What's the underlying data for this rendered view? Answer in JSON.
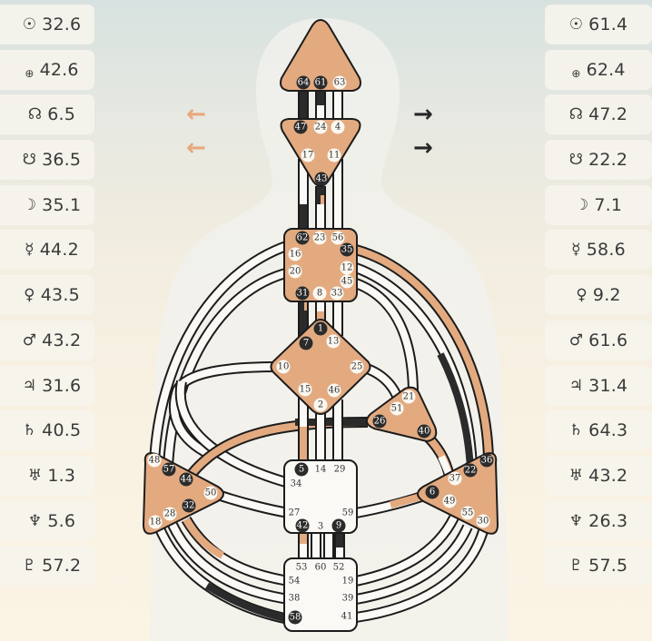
{
  "colors": {
    "center_defined": "#e3aa80",
    "center_undefined": "#fbf9f5",
    "gate_active_dark": "#2b2b2b",
    "gate_active_light": "#fbf8f1",
    "channel_design": "#e3aa80",
    "channel_personality": "#2b2b2b",
    "outline": "#1c1c1c",
    "arrow_left": "#e9a77e",
    "arrow_right": "#262626"
  },
  "design_planets": [
    {
      "name": "sun",
      "symbol": "☉",
      "value": "32.6"
    },
    {
      "name": "earth",
      "symbol": "⊕",
      "value": "42.6"
    },
    {
      "name": "north-node",
      "symbol": "☊",
      "value": "6.5"
    },
    {
      "name": "south-node",
      "symbol": "☋",
      "value": "36.5"
    },
    {
      "name": "moon",
      "symbol": "☽",
      "value": "35.1"
    },
    {
      "name": "mercury",
      "symbol": "☿",
      "value": "44.2"
    },
    {
      "name": "venus",
      "symbol": "♀",
      "value": "43.5"
    },
    {
      "name": "mars",
      "symbol": "♂",
      "value": "43.2"
    },
    {
      "name": "jupiter",
      "symbol": "♃",
      "value": "31.6"
    },
    {
      "name": "saturn",
      "symbol": "♄",
      "value": "40.5"
    },
    {
      "name": "uranus",
      "symbol": "♅",
      "value": "1.3"
    },
    {
      "name": "neptune",
      "symbol": "♆",
      "value": "5.6"
    },
    {
      "name": "pluto",
      "symbol": "♇",
      "value": "57.2"
    }
  ],
  "personality_planets": [
    {
      "name": "sun",
      "symbol": "☉",
      "value": "61.4"
    },
    {
      "name": "earth",
      "symbol": "⊕",
      "value": "62.4"
    },
    {
      "name": "north-node",
      "symbol": "☊",
      "value": "47.2"
    },
    {
      "name": "south-node",
      "symbol": "☋",
      "value": "22.2"
    },
    {
      "name": "moon",
      "symbol": "☽",
      "value": "7.1"
    },
    {
      "name": "mercury",
      "symbol": "☿",
      "value": "58.6"
    },
    {
      "name": "venus",
      "symbol": "♀",
      "value": "9.2"
    },
    {
      "name": "mars",
      "symbol": "♂",
      "value": "61.6"
    },
    {
      "name": "jupiter",
      "symbol": "♃",
      "value": "31.4"
    },
    {
      "name": "saturn",
      "symbol": "♄",
      "value": "64.3"
    },
    {
      "name": "uranus",
      "symbol": "♅",
      "value": "43.2"
    },
    {
      "name": "neptune",
      "symbol": "♆",
      "value": "26.3"
    },
    {
      "name": "pluto",
      "symbol": "♇",
      "value": "57.5"
    }
  ],
  "arrows": {
    "left": [
      "←",
      "←"
    ],
    "right": [
      "→",
      "→"
    ]
  },
  "centers": {
    "head": {
      "defined": true,
      "gates": [
        "64",
        "61",
        "63"
      ]
    },
    "ajna": {
      "defined": true,
      "gates": [
        "47",
        "24",
        "4",
        "17",
        "11",
        "43"
      ]
    },
    "throat": {
      "defined": true,
      "gates": [
        "62",
        "23",
        "56",
        "16",
        "35",
        "12",
        "20",
        "45",
        "31",
        "8",
        "33"
      ]
    },
    "g": {
      "defined": true,
      "gates": [
        "1",
        "7",
        "13",
        "10",
        "25",
        "15",
        "46",
        "2"
      ]
    },
    "heart": {
      "defined": true,
      "gates": [
        "21",
        "51",
        "26",
        "40"
      ]
    },
    "spleen": {
      "defined": true,
      "gates": [
        "48",
        "57",
        "44",
        "50",
        "32",
        "28",
        "18"
      ]
    },
    "sacral": {
      "defined": false,
      "gates": [
        "5",
        "14",
        "29",
        "34",
        "27",
        "59",
        "42",
        "3",
        "9"
      ]
    },
    "solar_plexus": {
      "defined": true,
      "gates": [
        "36",
        "22",
        "37",
        "6",
        "49",
        "55",
        "30"
      ]
    },
    "root": {
      "defined": false,
      "gates": [
        "53",
        "60",
        "52",
        "54",
        "19",
        "38",
        "39",
        "58",
        "41"
      ]
    }
  },
  "active_gates_dark": [
    "64",
    "61",
    "47",
    "43",
    "62",
    "35",
    "31",
    "1",
    "7",
    "26",
    "40",
    "57",
    "44",
    "32",
    "5",
    "42",
    "9",
    "36",
    "22",
    "6",
    "58"
  ],
  "active_gates_light": [
    "63",
    "24",
    "4",
    "17",
    "11",
    "23",
    "56",
    "16",
    "20",
    "12",
    "45",
    "8",
    "33",
    "13",
    "10",
    "25",
    "15",
    "46",
    "2",
    "21",
    "51",
    "48",
    "50",
    "28",
    "18",
    "37",
    "49",
    "55",
    "30"
  ]
}
